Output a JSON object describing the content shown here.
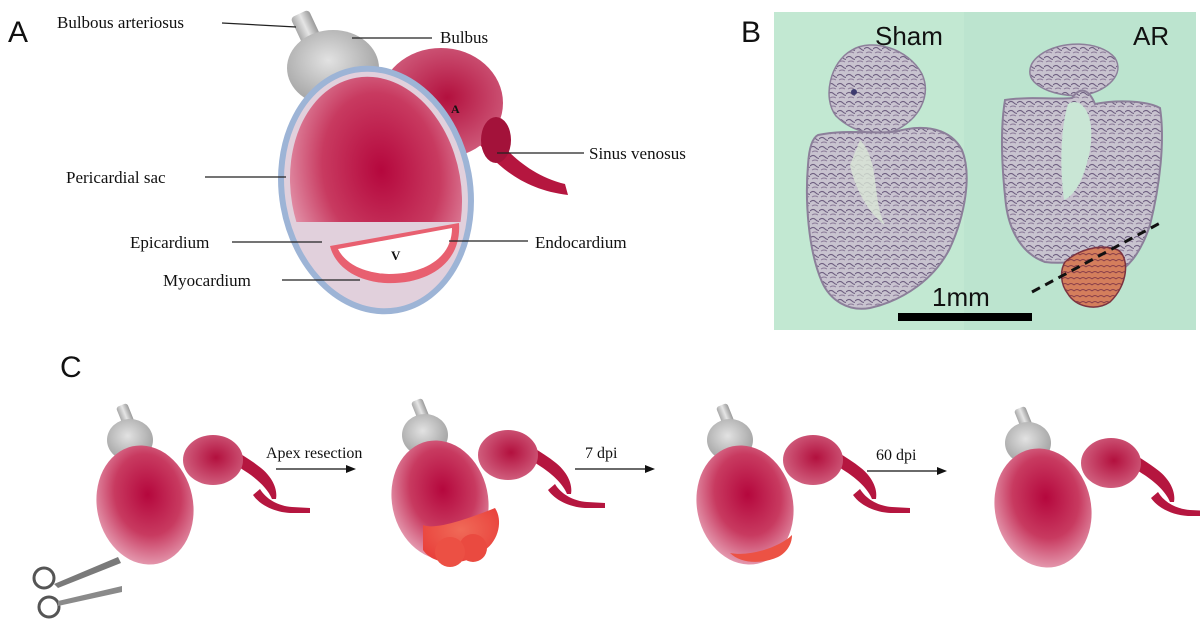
{
  "panels": {
    "a": {
      "letter": "A",
      "labels": {
        "bulbous_arteriosus": "Bulbous arteriosus",
        "bulbus": "Bulbus",
        "atrium": "A",
        "sinus_venosus": "Sinus venosus",
        "pericardial_sac": "Pericardial sac",
        "epicardium": "Epicardium",
        "endocardium": "Endocardium",
        "ventricle": "V",
        "myocardium": "Myocardium"
      }
    },
    "b": {
      "letter": "B",
      "labels": {
        "sham": "Sham",
        "ar": "AR",
        "scale": "1mm"
      },
      "colors": {
        "background": "#bfe6cf",
        "tissue": "#a59aaa",
        "clot": "#c9735a"
      }
    },
    "c": {
      "letter": "C",
      "steps": [
        "Apex resection",
        "7 dpi",
        "60 dpi"
      ]
    }
  },
  "colors": {
    "heart": "#c01848",
    "heart_dark": "#9e123a",
    "bulbus": "#b8b8b8",
    "resection": "#f0584a",
    "pericardium": "#9db4d6"
  }
}
